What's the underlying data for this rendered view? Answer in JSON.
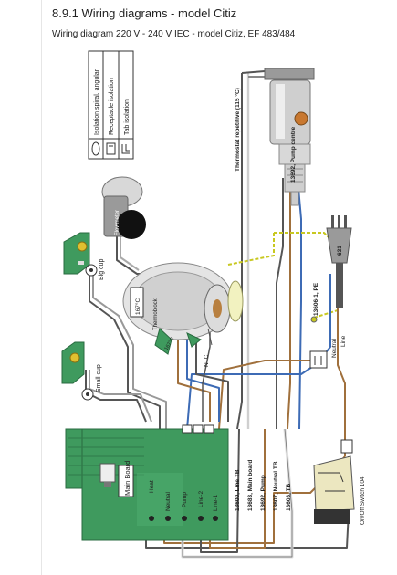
{
  "section_heading": "8.9.1  Wiring diagrams - model Citiz",
  "diagram_caption": "Wiring diagram 220 V - 240 V IEC - model Citiz, EF 483/484",
  "legend": {
    "items": [
      {
        "label": "Isolation spiral, angular",
        "symbol": "spiral-icon"
      },
      {
        "label": "Receptacle isolation",
        "symbol": "receptacle-icon"
      },
      {
        "label": "Tab isolation",
        "symbol": "tab-icon"
      }
    ]
  },
  "labels": {
    "thermostat": "Thermostat repetitive (115 °C)",
    "pump": "13692, Pump centre",
    "flowmeter": "Flowmeter",
    "big_cup": "Big cup",
    "small_cup": "Small cup",
    "thermoblock": "Thermoblock",
    "temp_167_a": "167°C",
    "temp_167_b": "167°C",
    "ntc": "NTC",
    "pe": "13606-1, PE",
    "plug": "631",
    "neutral": "Neutral",
    "line": "Line",
    "switch": "On/Off Switch 104",
    "main_board": "Main Board",
    "pin_heat": "Heat",
    "pin_neutral": "Neutral",
    "pin_pump": "Pump",
    "pin_line2": "Line-2",
    "pin_line1": "Line-1",
    "cable_line_tb": "13600, Line TB",
    "cable_main_board": "13683, Main board",
    "cable_pump": "13692, Pump",
    "cable_neutral_tb": "13607, Neutral TB",
    "cable_tb": "13603, TB"
  },
  "colors": {
    "board_green": "#3f9a5e",
    "wire_white": "#f2f2f2",
    "wire_gray": "#555555",
    "wire_brown": "#a0703c",
    "wire_blue": "#3d6bb5",
    "wire_yellow_green": "#c8c820",
    "component_gray": "#9a9a9a"
  }
}
